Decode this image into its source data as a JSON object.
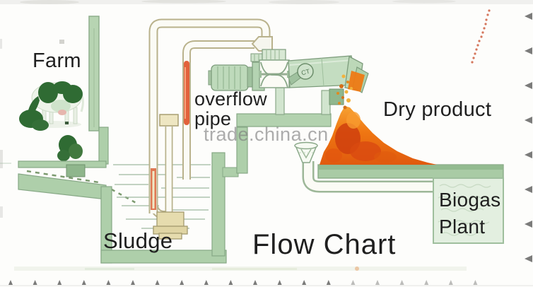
{
  "title": "Flow Chart",
  "watermark": "trade.china.cn",
  "labels": {
    "farm": "Farm",
    "overflow_line1": "overflow",
    "overflow_line2": "pipe",
    "dry_product": "Dry product",
    "sludge": "Sludge",
    "biogas_line1": "Biogas",
    "biogas_line2": "Plant"
  },
  "machine": {
    "logo_text": "CT"
  },
  "colors": {
    "structure_green": "#aecfaa",
    "structure_edge": "#87a886",
    "machine_green": "#c4ddc1",
    "pipe_outline": "#b9b28c",
    "overflow_red": "#e2613b",
    "dry_product_orange": "#ef7612",
    "dry_product_dark": "#cf3f0e",
    "water_line": "#9fb99f",
    "pump_beige": "#e6dcae",
    "text": "#1f1f1f",
    "watermark_gray": "#7a7a7a"
  }
}
